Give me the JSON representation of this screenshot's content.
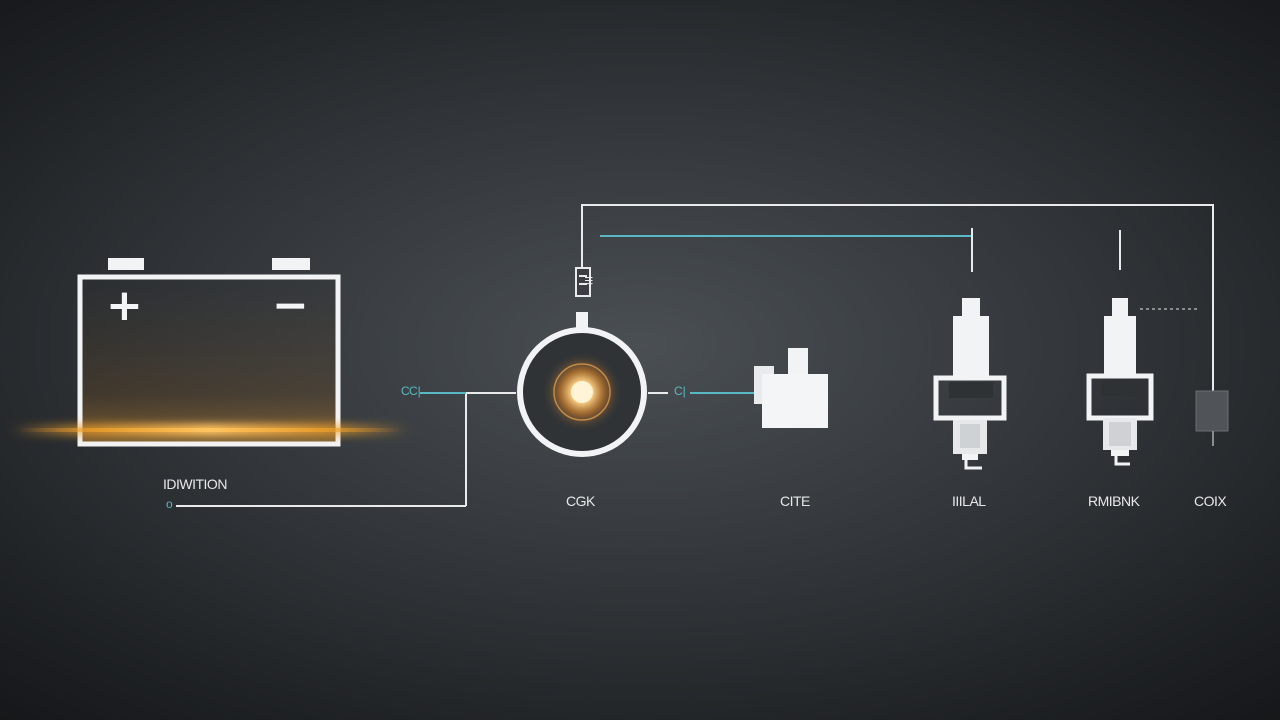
{
  "labels": {
    "battery": "IDIWITION",
    "distributor": "CGK",
    "coil": "CITE",
    "plug1": "IIILAL",
    "plug2": "RMIBNK",
    "module": "COIX"
  },
  "pins": {
    "left_feed": "o",
    "battery_out": "C",
    "dist_in": "C|",
    "dist_out": "C|"
  },
  "battery_terminals": {
    "positive": "+",
    "negative": "−"
  },
  "coil_tag": "III",
  "colors": {
    "wire": "#e8eaec",
    "signal": "#59b8c4",
    "glow": "#f0a02a",
    "core": "#ffe2a6"
  }
}
